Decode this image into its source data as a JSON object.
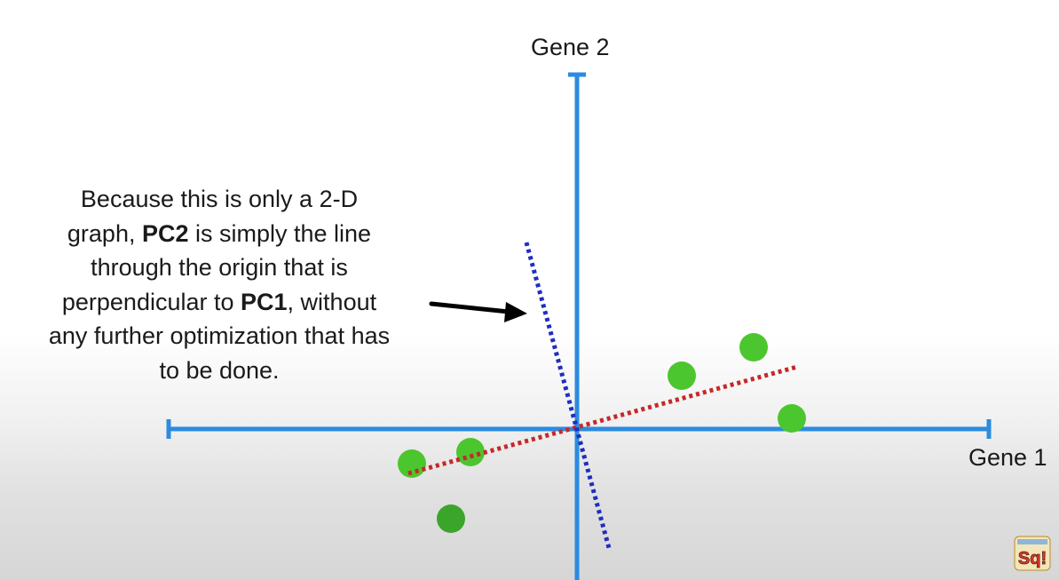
{
  "axes": {
    "y_label": "Gene 2",
    "x_label": "Gene 1"
  },
  "annotation": {
    "line1": "Because this is only a 2-D",
    "line2_start": "graph, ",
    "pc2": "PC2",
    "line2_end": " is simply the line",
    "line3": "through the origin that is",
    "line4_start": "perpendicular to ",
    "pc1": "PC1",
    "line4_end": ", without",
    "line5": "any further optimization that has",
    "line6": "to be done."
  },
  "logo": {
    "text": "Sq!",
    "name": "statquest-logo"
  },
  "colors": {
    "axis": "#2b8be0",
    "pc1_line": "#c62828",
    "pc2_line": "#1f2ec0",
    "point": "#4cc62e",
    "point_dark": "#3aa52a",
    "arrow": "#000000"
  }
}
